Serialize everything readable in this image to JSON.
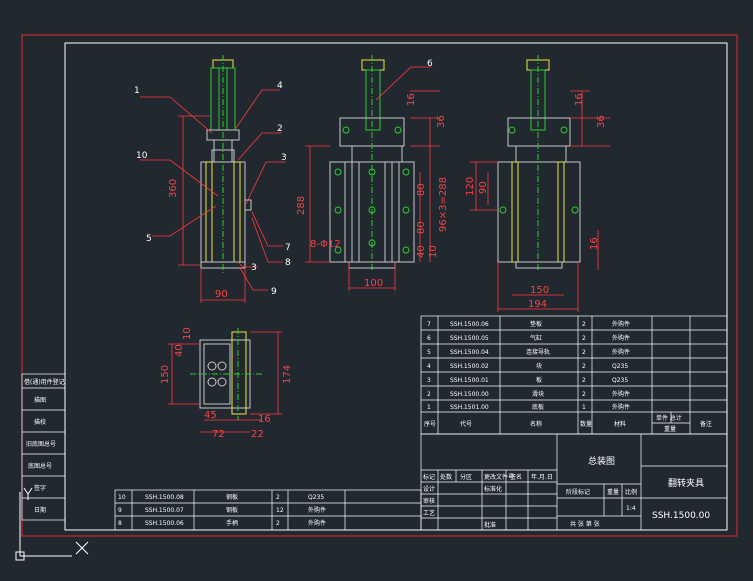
{
  "colors": {
    "background": "#212830",
    "border": "#e8282a",
    "frame": "#ffffff",
    "dimension": "#ff3a3a",
    "part_green": "#2ccc2c",
    "part_yellow": "#e8e84a",
    "part_gray": "#c8c8c8",
    "centerline": "#2ccc2c"
  },
  "callouts": [
    "1",
    "4",
    "2",
    "10",
    "3",
    "5",
    "7",
    "8",
    "3",
    "9",
    "6"
  ],
  "dimensions": {
    "front_view": [
      "360",
      "90"
    ],
    "middle_view": [
      "16",
      "36",
      "288",
      "80",
      "80",
      "96×3=288",
      "8-Φ12",
      "40",
      "10",
      "100"
    ],
    "side_view": [
      "16",
      "36",
      "120",
      "90",
      "16",
      "150",
      "194"
    ],
    "top_view": [
      "10",
      "40",
      "150",
      "174",
      "45",
      "16",
      "72",
      "22"
    ]
  },
  "parts_list": [
    {
      "no": "7",
      "code": "SSH.1500.06",
      "name": "垫板",
      "qty": "2",
      "material": "外购件"
    },
    {
      "no": "6",
      "code": "SSH.1500.05",
      "name": "气缸",
      "qty": "2",
      "material": "外购件"
    },
    {
      "no": "5",
      "code": "SSH.1500.04",
      "name": "连接导轨",
      "qty": "2",
      "material": "外购件"
    },
    {
      "no": "4",
      "code": "SSH.1500.02",
      "name": "块",
      "qty": "2",
      "material": "Q235"
    },
    {
      "no": "3",
      "code": "SSH.1500.01",
      "name": "板",
      "qty": "2",
      "material": "Q235"
    },
    {
      "no": "2",
      "code": "SSH.1500.00",
      "name": "滑块",
      "qty": "2",
      "material": "外购件"
    },
    {
      "no": "1",
      "code": "SSH.1501.00",
      "name": "底板",
      "qty": "1",
      "material": "外购件"
    }
  ],
  "parts_header": {
    "no": "序号",
    "code": "代号",
    "name": "名称",
    "qty": "数量",
    "material": "材料",
    "mass": "单件 总计",
    "weight": "重量",
    "remark": "备注"
  },
  "lower_parts": [
    {
      "no": "10",
      "code": "SSH.1500.08",
      "name": "钢板",
      "qty": "2",
      "material": "Q235"
    },
    {
      "no": "9",
      "code": "SSH.1500.07",
      "name": "钢板",
      "qty": "12",
      "material": "外购件"
    },
    {
      "no": "8",
      "code": "SSH.1500.06",
      "name": "手柄",
      "qty": "2",
      "material": "外购件"
    }
  ],
  "title_block": {
    "drawing_type": "总装图",
    "product_name": "翻转夹具",
    "drawing_number": "SSH.1500.00",
    "scale": "1:4",
    "stage": "阶段标记",
    "weight": "重量",
    "scale_label": "比例",
    "sheets": "共  张  第  张",
    "rows": [
      "标记",
      "处数",
      "分区",
      "更改文件号",
      "签名",
      "年.月.日"
    ],
    "roles": [
      "设计",
      "标准化",
      "审核",
      "工艺",
      "批准"
    ]
  },
  "side_labels": [
    "借(通)用件登记",
    "描图",
    "描校",
    "旧底图总号",
    "底图总号",
    "签字",
    "日期"
  ]
}
